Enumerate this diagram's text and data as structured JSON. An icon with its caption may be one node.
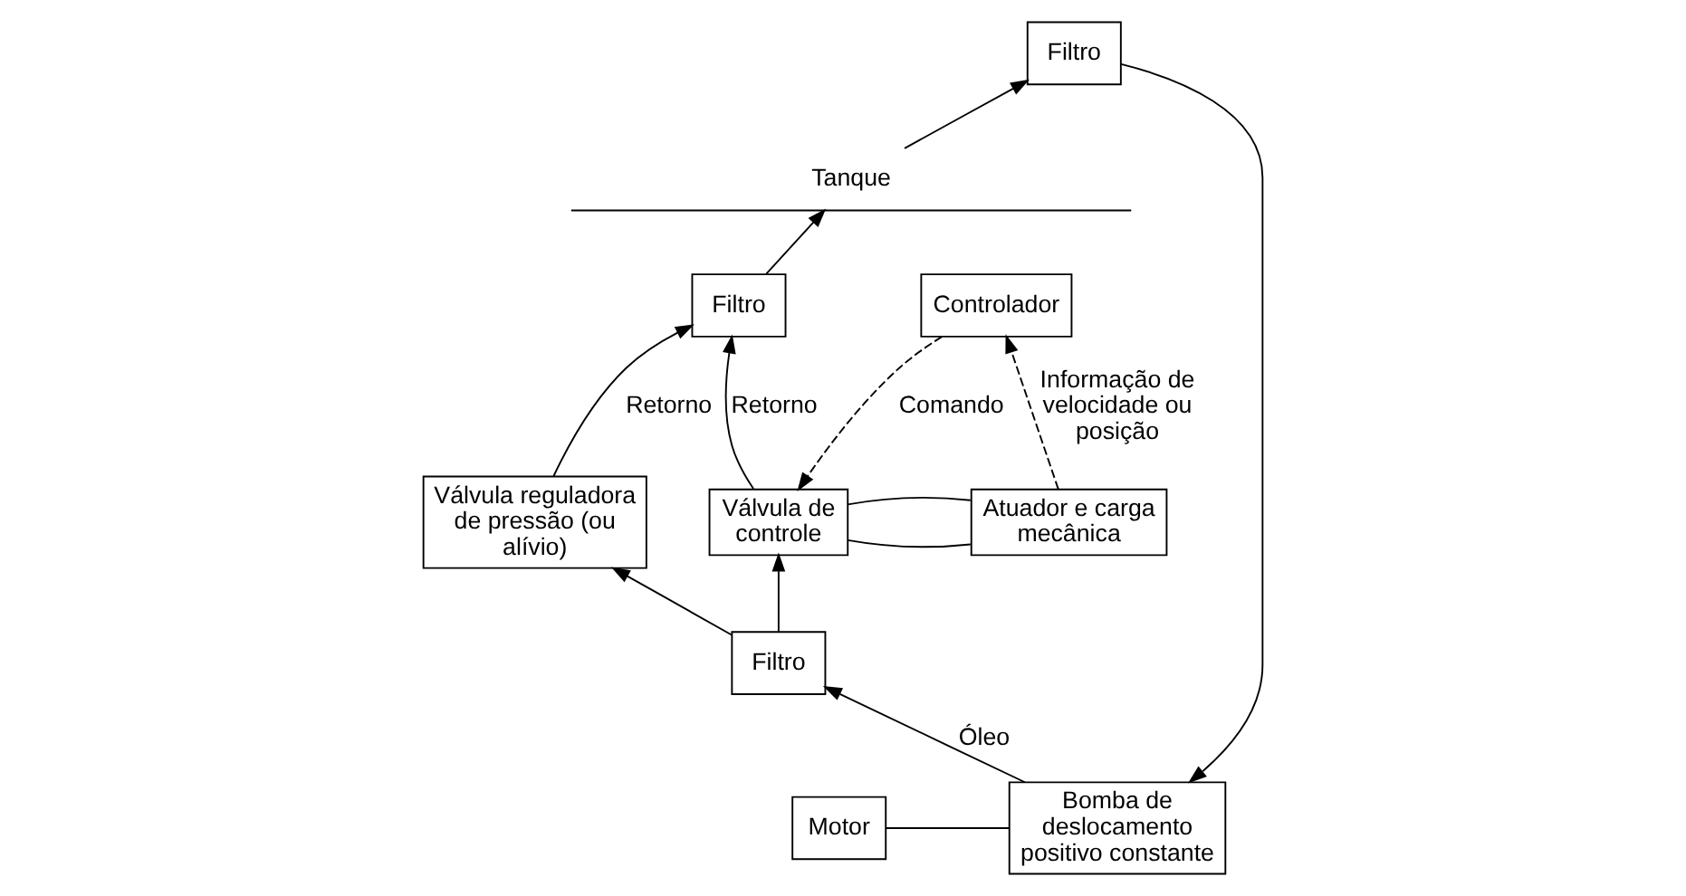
{
  "diagram": {
    "nodes": [
      {
        "text": [
          "Motor"
        ]
      },
      {
        "text": [
          "Bomba de deslocamento positivo constante"
        ]
      },
      {
        "text": [
          "Filtro"
        ]
      },
      {
        "text": [
          "Válvula reguladora de pressão (ou alívio)"
        ]
      },
      {
        "text": [
          "Controlador"
        ]
      },
      {
        "text": [
          "Válvula de controle"
        ]
      },
      {
        "text": [
          "Atuador e carga mecânica"
        ]
      },
      {
        "text": [
          "Filtro"
        ]
      },
      {
        "text": [
          "Filtro"
        ]
      },
      {
        "text": [
          "Tanque"
        ]
      }
    ],
    "edges": [
      {
        "from": 0,
        "to": 1,
        "arrow": "none"
      },
      {
        "from": 1,
        "to": 2,
        "arrow": "to",
        "label": "Óleo"
      },
      {
        "from": 2,
        "to": 3,
        "arrow": "to"
      },
      {
        "from": 2,
        "to": 5,
        "arrow": "to"
      },
      {
        "from": 3,
        "to": 8,
        "arrow": "to",
        "label": "Retorno"
      },
      {
        "from": 5,
        "to": 8,
        "arrow": "to",
        "label": "Retorno"
      },
      {
        "from": 4,
        "to": 5,
        "arrow": "to",
        "style": "dashed",
        "label": "Comando"
      },
      {
        "from": 6,
        "to": 4,
        "arrow": "to",
        "style": "dashed",
        "label": "Informação de velocidade ou posição"
      },
      {
        "from": 5,
        "to": 6,
        "arrow": "none"
      },
      {
        "from": 5,
        "to": 6,
        "arrow": "none"
      },
      {
        "from": 9,
        "to": 7,
        "arrow": "to"
      },
      {
        "from": 7,
        "to": 1,
        "arrow": "to"
      },
      {
        "from": 8,
        "to": 9,
        "arrow": "to"
      }
    ]
  }
}
